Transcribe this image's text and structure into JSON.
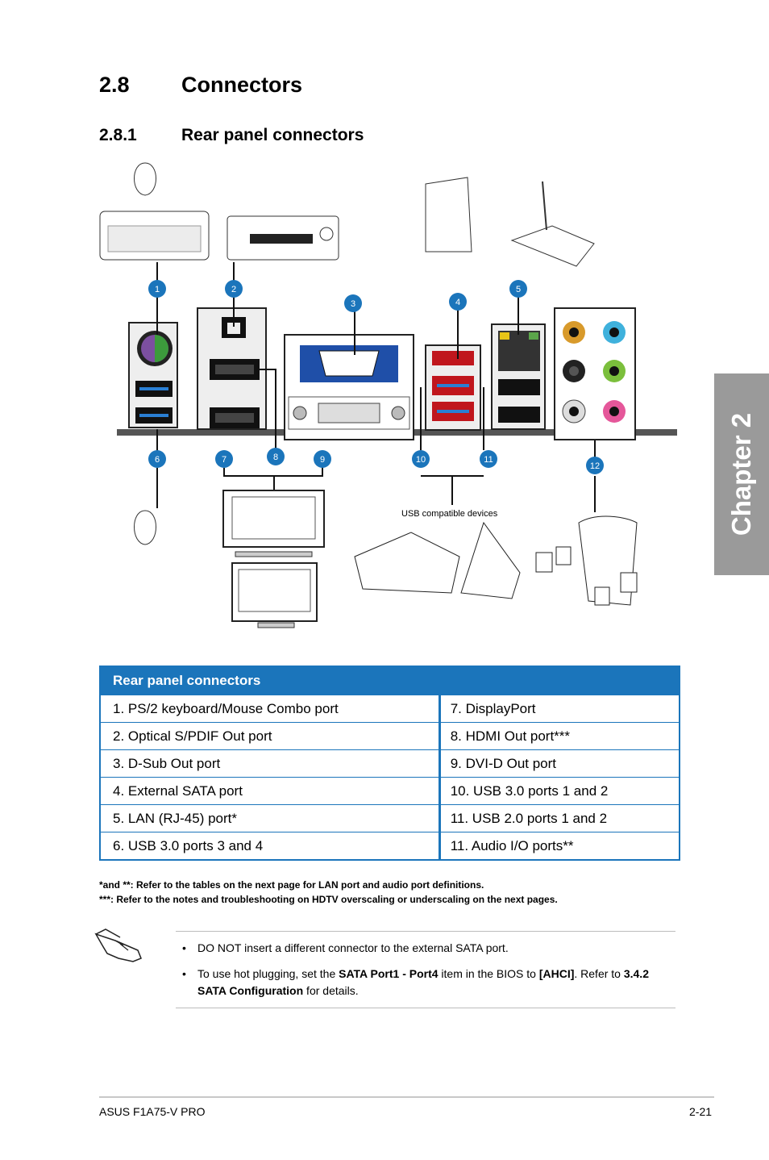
{
  "section": {
    "number": "2.8",
    "title": "Connectors"
  },
  "subsection": {
    "number": "2.8.1",
    "title": "Rear panel connectors"
  },
  "chapter_tab": "Chapter 2",
  "figure": {
    "callouts": [
      "1",
      "2",
      "3",
      "4",
      "5",
      "6",
      "7",
      "8",
      "9",
      "10",
      "11",
      "12"
    ],
    "usb_label": "USB compatible devices",
    "accent_color": "#1b75bb"
  },
  "table": {
    "header": "Rear panel connectors",
    "rows": [
      [
        "1. PS/2 keyboard/Mouse Combo port",
        "7. DisplayPort"
      ],
      [
        "2. Optical S/PDIF Out port",
        "8. HDMI Out port***"
      ],
      [
        "3. D-Sub Out port",
        "9. DVI-D Out port"
      ],
      [
        "4. External SATA port",
        "10.  USB 3.0 ports 1 and 2"
      ],
      [
        "5. LAN (RJ-45) port*",
        "11.  USB 2.0 ports 1 and 2"
      ],
      [
        "6. USB 3.0 ports 3 and 4",
        "11.  Audio I/O ports**"
      ]
    ]
  },
  "footnotes": [
    "*and **: Refer to the tables on the next page for LAN port and audio port definitions.",
    "***: Refer to the notes and troubleshooting on HDTV overscaling or underscaling on the next pages."
  ],
  "note": {
    "item1": "DO NOT insert a different connector to the external SATA port.",
    "item2_pre": "To use hot plugging, set the ",
    "item2_b1": "SATA Port1 - Port4",
    "item2_mid": " item in the BIOS to ",
    "item2_b2": "[AHCI]",
    "item2_mid2": ". Refer to ",
    "item2_b3": "3.4.2 SATA Configuration",
    "item2_post": " for details."
  },
  "footer": {
    "left": "ASUS F1A75-V PRO",
    "right": "2-21"
  }
}
